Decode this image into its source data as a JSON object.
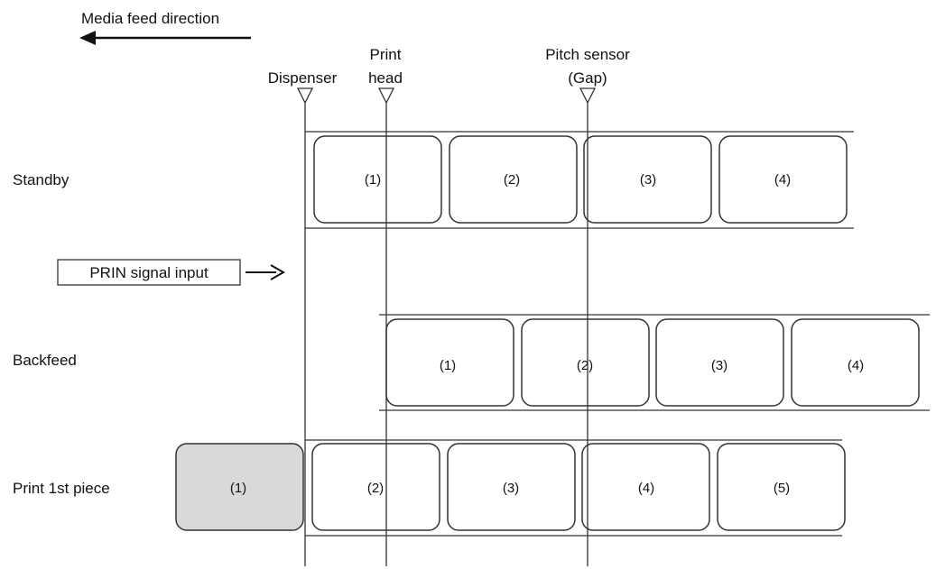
{
  "feed_direction": "Media feed direction",
  "sensors": {
    "dispenser": "Dispenser",
    "print_head_line1": "Print",
    "print_head_line2": "head",
    "pitch_sensor_line1": "Pitch sensor",
    "pitch_sensor_line2": "(Gap)"
  },
  "signal_input": "PRIN signal input",
  "rows": [
    {
      "name": "Standby",
      "labels": [
        "(1)",
        "(2)",
        "(3)",
        "(4)"
      ]
    },
    {
      "name": "Backfeed",
      "labels": [
        "(1)",
        "(2)",
        "(3)",
        "(4)"
      ]
    },
    {
      "name": "Print 1st piece",
      "labels": [
        "(1)",
        "(2)",
        "(3)",
        "(4)",
        "(5)"
      ]
    }
  ],
  "colors": {
    "printed_label": "#d9d9d9",
    "label": "#ffffff",
    "stroke": "#333333"
  }
}
